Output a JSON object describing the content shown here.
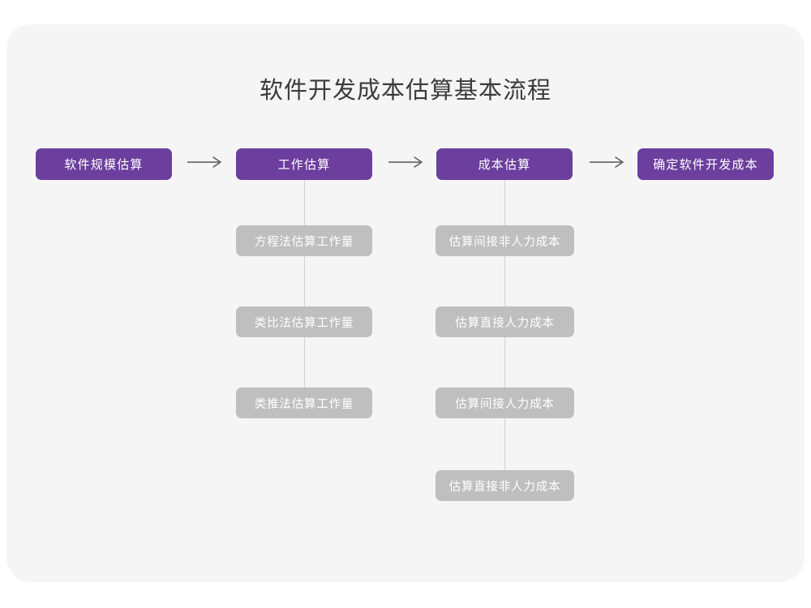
{
  "page": {
    "title": "软件开发成本估算基本流程",
    "background_color": "#ffffff",
    "card_color": "#f5f5f6"
  },
  "colors": {
    "primary_node": "#6c3e9e",
    "secondary_node": "#bfbfbf",
    "node_text": "#ffffff",
    "title_text": "#3b3b3b",
    "connector_line": "#d2d2d4",
    "arrow": "#555555"
  },
  "flow": {
    "main_steps": [
      {
        "label": "软件规模估算"
      },
      {
        "label": "工作估算"
      },
      {
        "label": "成本估算"
      },
      {
        "label": "确定软件开发成本"
      }
    ],
    "arrows": [
      {
        "name": "arrow-step1-to-step2",
        "glyph": "→"
      },
      {
        "name": "arrow-step2-to-step3",
        "glyph": "→"
      },
      {
        "name": "arrow-step3-to-step4",
        "glyph": "→"
      }
    ],
    "substeps_effort": [
      {
        "label": "方程法估算工作量"
      },
      {
        "label": "类比法估算工作量"
      },
      {
        "label": "类推法估算工作量"
      }
    ],
    "substeps_cost": [
      {
        "label": "估算间接非人力成本"
      },
      {
        "label": "估算直接人力成本"
      },
      {
        "label": "估算间接人力成本"
      },
      {
        "label": "估算直接非人力成本"
      }
    ]
  },
  "chart_data": {
    "type": "diagram",
    "title": "软件开发成本估算基本流程",
    "nodes": [
      {
        "id": "n1",
        "label": "软件规模估算",
        "level": "main",
        "column": 1
      },
      {
        "id": "n2",
        "label": "工作估算",
        "level": "main",
        "column": 2
      },
      {
        "id": "n3",
        "label": "成本估算",
        "level": "main",
        "column": 3
      },
      {
        "id": "n4",
        "label": "确定软件开发成本",
        "level": "main",
        "column": 4
      },
      {
        "id": "n2a",
        "label": "方程法估算工作量",
        "level": "sub",
        "parent": "n2"
      },
      {
        "id": "n2b",
        "label": "类比法估算工作量",
        "level": "sub",
        "parent": "n2"
      },
      {
        "id": "n2c",
        "label": "类推法估算工作量",
        "level": "sub",
        "parent": "n2"
      },
      {
        "id": "n3a",
        "label": "估算间接非人力成本",
        "level": "sub",
        "parent": "n3"
      },
      {
        "id": "n3b",
        "label": "估算直接人力成本",
        "level": "sub",
        "parent": "n3"
      },
      {
        "id": "n3c",
        "label": "估算间接人力成本",
        "level": "sub",
        "parent": "n3"
      },
      {
        "id": "n3d",
        "label": "估算直接非人力成本",
        "level": "sub",
        "parent": "n3"
      }
    ],
    "edges": [
      {
        "from": "n1",
        "to": "n2",
        "style": "arrow"
      },
      {
        "from": "n2",
        "to": "n3",
        "style": "arrow"
      },
      {
        "from": "n3",
        "to": "n4",
        "style": "arrow"
      },
      {
        "from": "n2",
        "to": "n2a",
        "style": "line"
      },
      {
        "from": "n2a",
        "to": "n2b",
        "style": "line"
      },
      {
        "from": "n2b",
        "to": "n2c",
        "style": "line"
      },
      {
        "from": "n3",
        "to": "n3a",
        "style": "line"
      },
      {
        "from": "n3a",
        "to": "n3b",
        "style": "line"
      },
      {
        "from": "n3b",
        "to": "n3c",
        "style": "line"
      },
      {
        "from": "n3c",
        "to": "n3d",
        "style": "line"
      }
    ]
  }
}
